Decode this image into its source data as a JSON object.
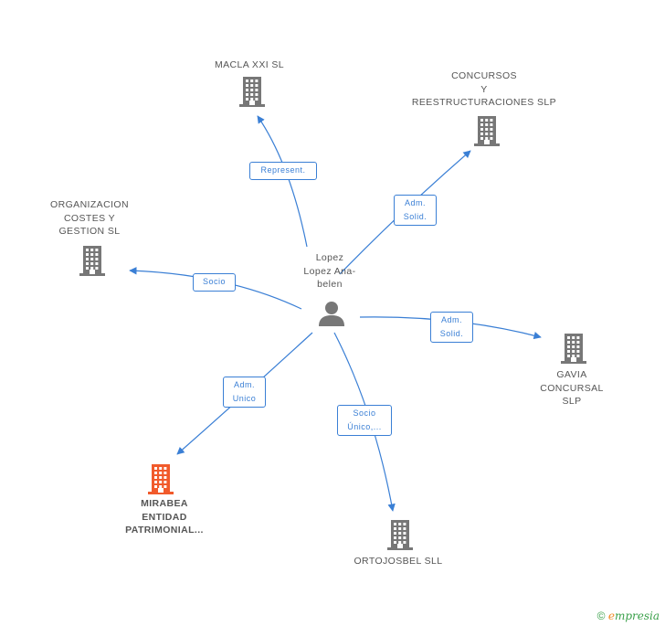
{
  "center": {
    "name_lines": [
      "Lopez",
      "Lopez Ana-",
      "belen"
    ],
    "icon": "person-icon"
  },
  "companies": [
    {
      "id": "macla",
      "lines": [
        "MACLA XXI SL"
      ],
      "color": "#777777",
      "icon": "building-icon"
    },
    {
      "id": "concursos",
      "lines": [
        "CONCURSOS",
        "Y",
        "REESTRUCTURACIONES SLP"
      ],
      "color": "#777777",
      "icon": "building-icon"
    },
    {
      "id": "organizacion",
      "lines": [
        "ORGANIZACION",
        "COSTES Y",
        "GESTION SL"
      ],
      "color": "#777777",
      "icon": "building-icon"
    },
    {
      "id": "gavia",
      "lines": [
        "GAVIA",
        "CONCURSAL",
        "SLP"
      ],
      "color": "#777777",
      "icon": "building-icon"
    },
    {
      "id": "mirabea",
      "lines": [
        "MIRABEA",
        "ENTIDAD",
        "PATRIMONIAL..."
      ],
      "color": "#f15a2b",
      "icon": "building-icon",
      "highlight": true
    },
    {
      "id": "ortojosbel",
      "lines": [
        "ORTOJOSBEL SLL"
      ],
      "color": "#777777",
      "icon": "building-icon"
    }
  ],
  "edges": [
    {
      "to": "macla",
      "label_lines": [
        "Represent."
      ]
    },
    {
      "to": "concursos",
      "label_lines": [
        "Adm.",
        "Solid."
      ]
    },
    {
      "to": "organizacion",
      "label_lines": [
        "Socio"
      ]
    },
    {
      "to": "gavia",
      "label_lines": [
        "Adm.",
        "Solid."
      ]
    },
    {
      "to": "mirabea",
      "label_lines": [
        "Adm.",
        "Unico"
      ]
    },
    {
      "to": "ortojosbel",
      "label_lines": [
        "Socio",
        "Único,..."
      ]
    }
  ],
  "colors": {
    "edge": "#3a7fd5",
    "node": "#777777",
    "highlight": "#f15a2b"
  },
  "footer": {
    "copyright": "©",
    "brand_e": "e",
    "brand_rest": "mpresia"
  }
}
